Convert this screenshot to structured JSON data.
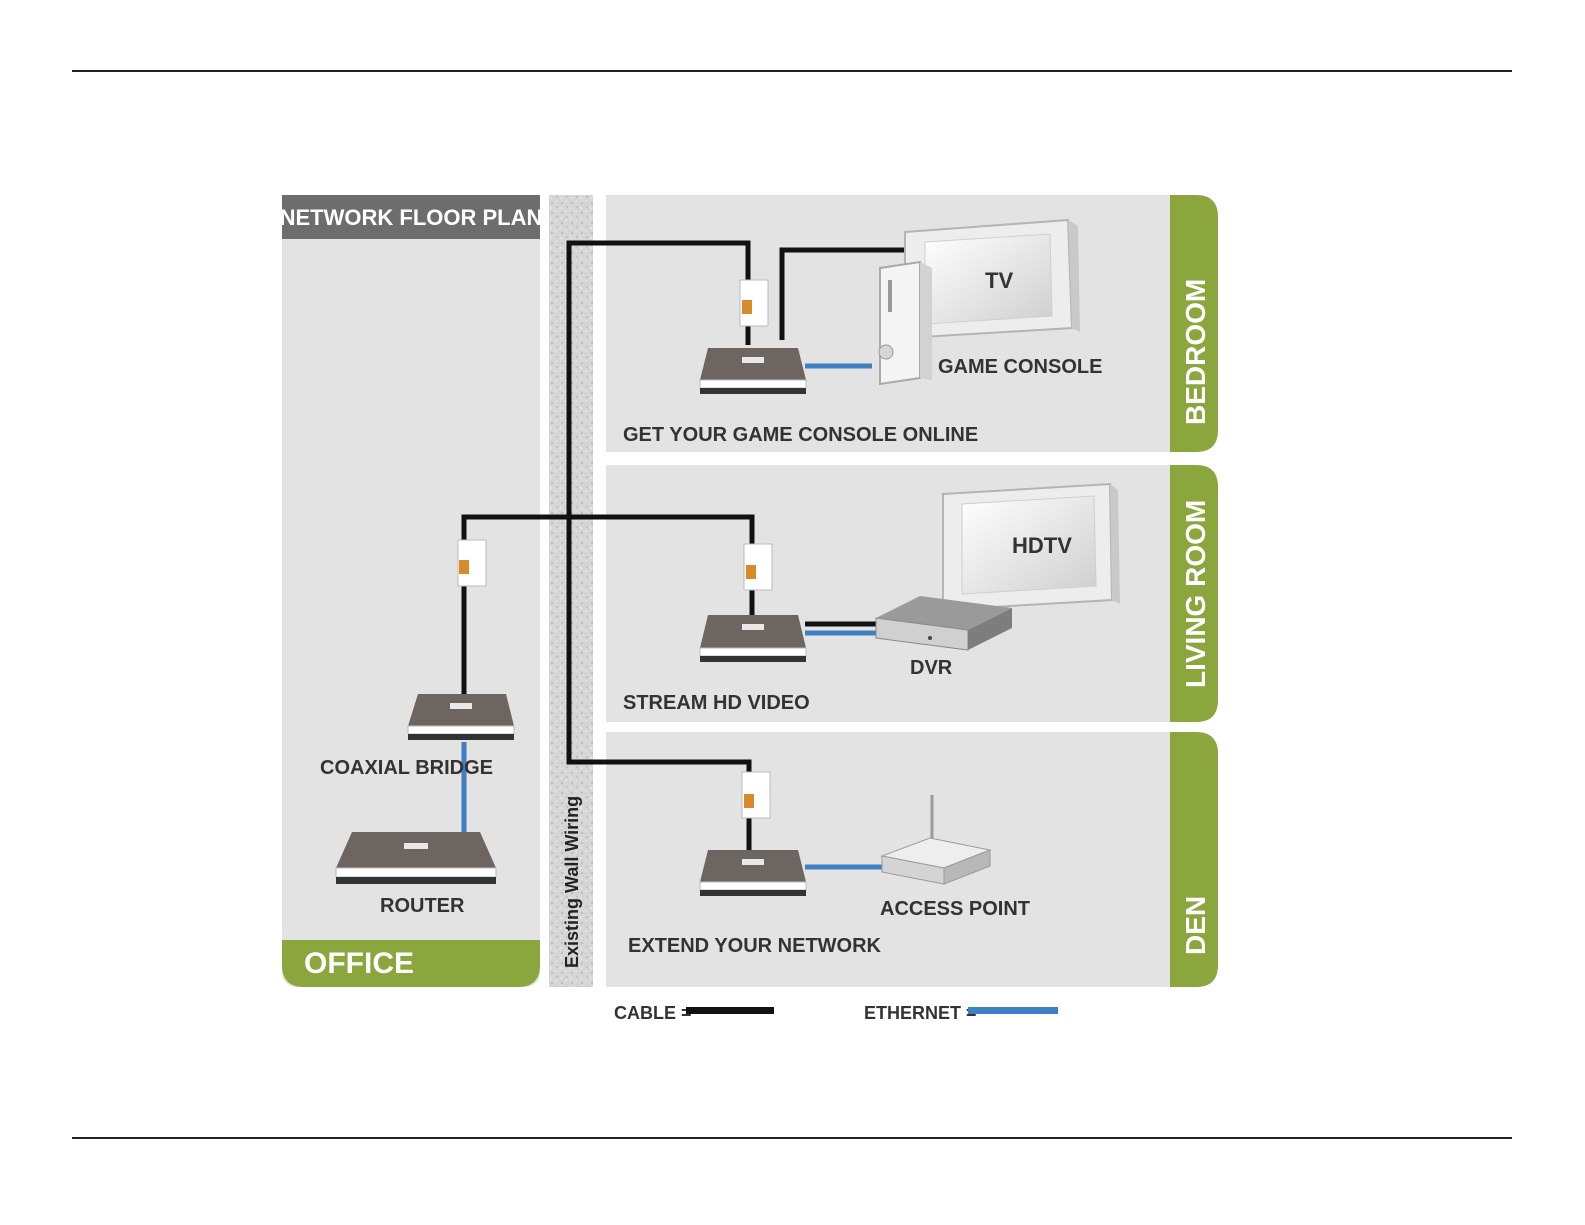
{
  "title": "NETWORK FLOOR PLAN",
  "wall_label": "Existing Wall Wiring",
  "rooms": {
    "office": "OFFICE",
    "bedroom": "BEDROOM",
    "living_room": "LIVING ROOM",
    "den": "DEN"
  },
  "devices": {
    "router": "ROUTER",
    "coaxial_bridge": "COAXIAL BRIDGE",
    "tv": "TV",
    "game_console": "GAME CONSOLE",
    "hdtv": "HDTV",
    "dvr": "DVR",
    "access_point": "ACCESS POINT"
  },
  "captions": {
    "bedroom": "GET YOUR GAME CONSOLE ONLINE",
    "living_room": "STREAM HD VIDEO",
    "den": "EXTEND YOUR NETWORK"
  },
  "legend": {
    "cable": "CABLE =",
    "ethernet": "ETHERNET ="
  },
  "colors": {
    "room_bg": "#e3e3e3",
    "accent_green": "#8aa63c",
    "title_bar": "#6d6d6d",
    "cable": "#111111",
    "ethernet": "#3f7fc4"
  }
}
